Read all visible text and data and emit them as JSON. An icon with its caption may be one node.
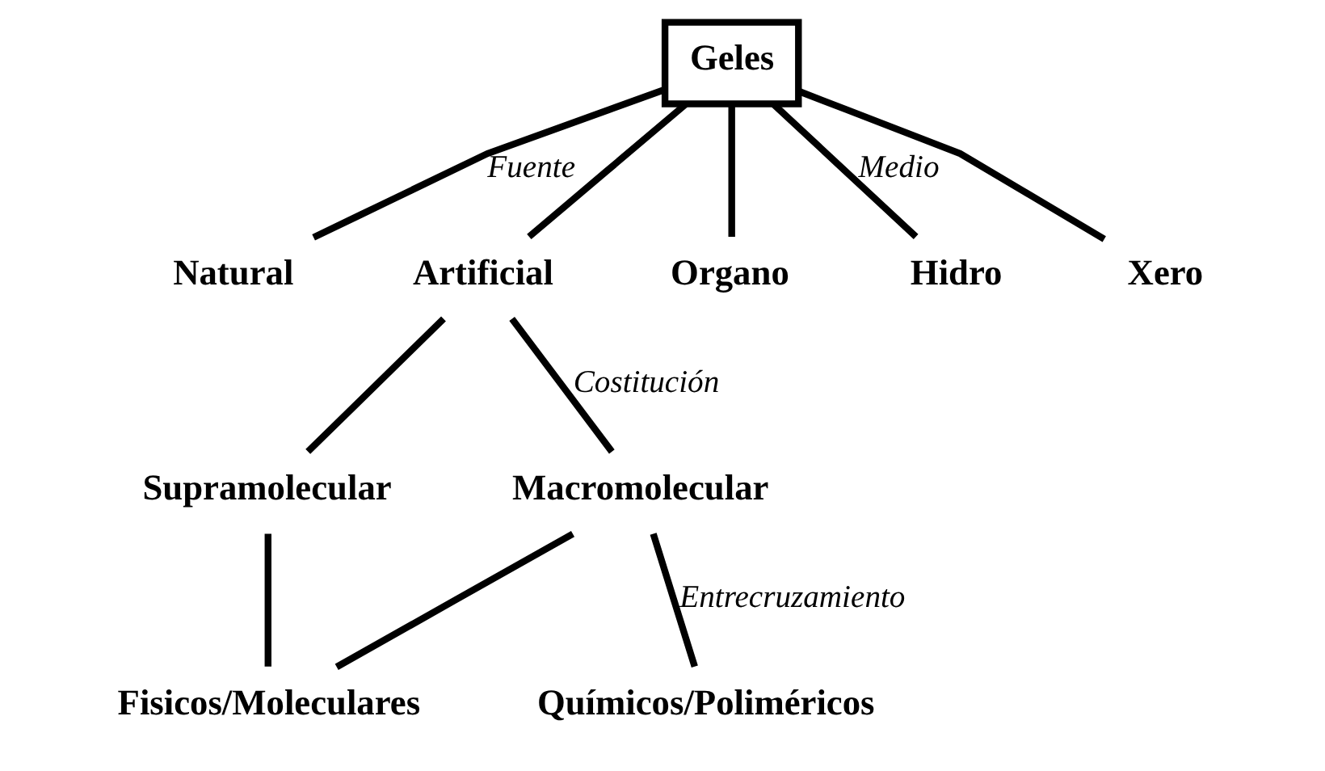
{
  "diagram": {
    "nodes": [
      {
        "text": [
          "Geles"
        ]
      },
      {
        "text": [
          "Natural"
        ]
      },
      {
        "text": [
          "Artificial"
        ]
      },
      {
        "text": [
          "Organo"
        ]
      },
      {
        "text": [
          "Hidro"
        ]
      },
      {
        "text": [
          "Xero"
        ]
      },
      {
        "text": [
          "Supramolecular"
        ]
      },
      {
        "text": [
          "Macromolecular"
        ]
      },
      {
        "text": [
          "Fisicos/Moleculares"
        ]
      },
      {
        "text": [
          "Químicos/Poliméricos"
        ]
      }
    ],
    "edges": [
      {
        "from": 0,
        "to": 1,
        "arrow": "none",
        "label": "Fuente"
      },
      {
        "from": 0,
        "to": 2,
        "arrow": "none"
      },
      {
        "from": 0,
        "to": 3,
        "arrow": "none"
      },
      {
        "from": 0,
        "to": 4,
        "arrow": "none",
        "label": "Medio"
      },
      {
        "from": 0,
        "to": 5,
        "arrow": "none"
      },
      {
        "from": 2,
        "to": 6,
        "arrow": "none"
      },
      {
        "from": 2,
        "to": 7,
        "arrow": "none",
        "label": "Costitución"
      },
      {
        "from": 6,
        "to": 8,
        "arrow": "none"
      },
      {
        "from": 7,
        "to": 8,
        "arrow": "none"
      },
      {
        "from": 7,
        "to": 9,
        "arrow": "none",
        "label": "Entrecruzamiento"
      }
    ]
  }
}
